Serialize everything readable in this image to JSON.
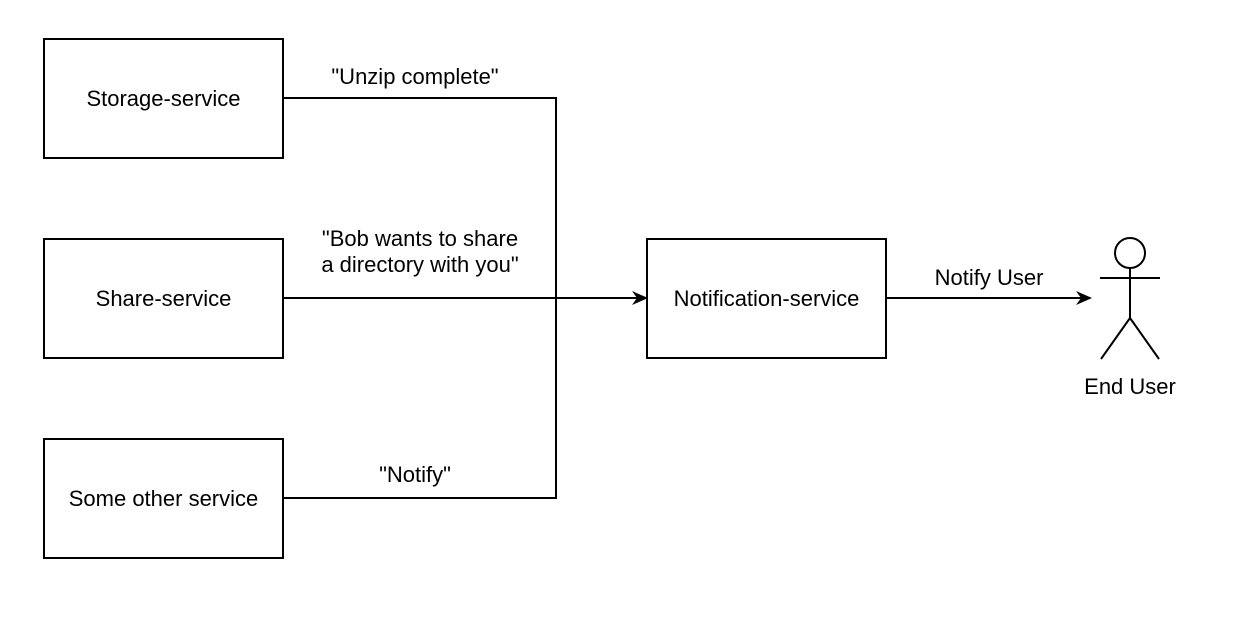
{
  "nodes": {
    "storage_service": "Storage-service",
    "share_service": "Share-service",
    "other_service": "Some other service",
    "notification_service": "Notification-service"
  },
  "edges": {
    "storage_message": "\"Unzip complete\"",
    "share_message_line1": "\"Bob wants to share",
    "share_message_line2": "a directory with you\"",
    "other_message": "\"Notify\"",
    "notify_user": "Notify User"
  },
  "actor": {
    "label": "End User"
  },
  "colors": {
    "stroke": "#000000",
    "background": "#ffffff"
  }
}
